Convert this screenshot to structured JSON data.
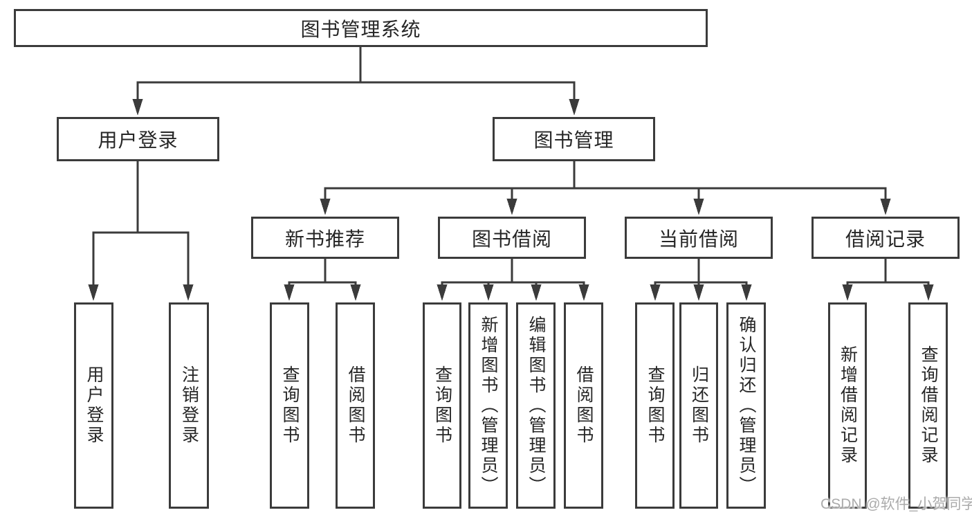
{
  "diagram": {
    "root": {
      "label": "图书管理系统",
      "children": [
        {
          "label": "用户登录",
          "children": [
            {
              "label": "用户登录"
            },
            {
              "label": "注销登录"
            }
          ]
        },
        {
          "label": "图书管理",
          "children": [
            {
              "label": "新书推荐",
              "children": [
                {
                  "label": "查询图书"
                },
                {
                  "label": "借阅图书"
                }
              ]
            },
            {
              "label": "图书借阅",
              "children": [
                {
                  "label": "查询图书"
                },
                {
                  "label": "新增图书（管理员）"
                },
                {
                  "label": "编辑图书（管理员）"
                },
                {
                  "label": "借阅图书"
                }
              ]
            },
            {
              "label": "当前借阅",
              "children": [
                {
                  "label": "查询图书"
                },
                {
                  "label": "归还图书"
                },
                {
                  "label": "确认归还（管理员）"
                }
              ]
            },
            {
              "label": "借阅记录",
              "children": [
                {
                  "label": "新增借阅记录"
                },
                {
                  "label": "查询借阅记录"
                }
              ]
            }
          ]
        }
      ]
    },
    "line_color": "#3b3b3b",
    "background_color": "#ffffff"
  },
  "watermark": {
    "text": "CSDN @软件_小贺同学"
  }
}
